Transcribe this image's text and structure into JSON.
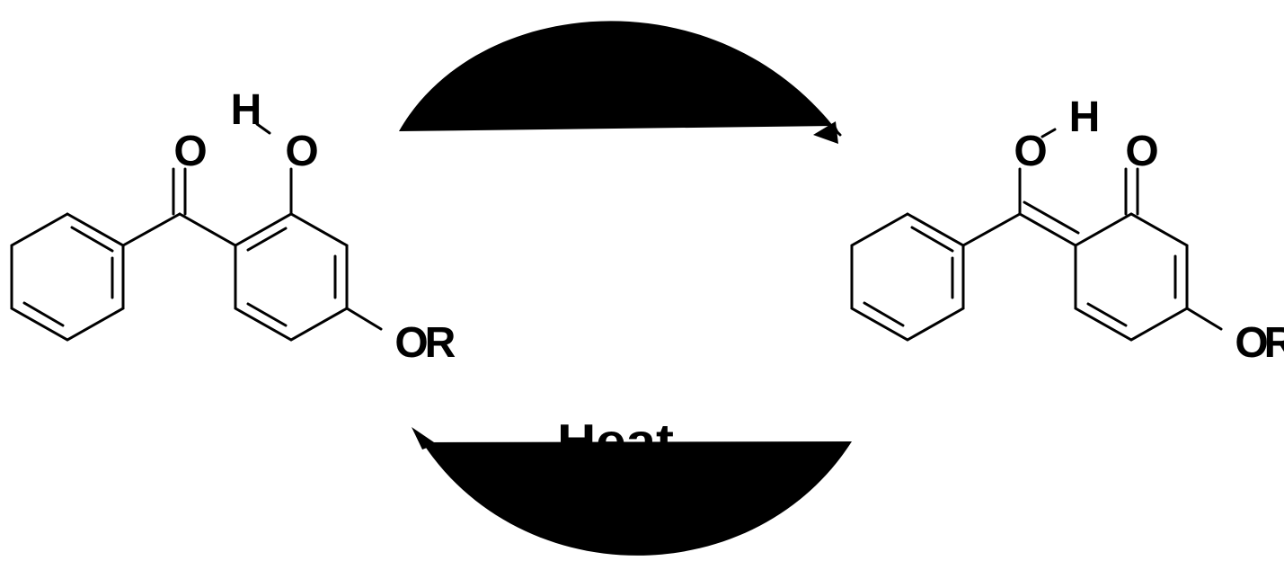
{
  "left_molecule": {
    "atoms": {
      "carbonyl_o": "O",
      "hydroxyl_o": "O",
      "hydroxyl_h": "H",
      "ether_o": "O",
      "ether_r": "R"
    }
  },
  "right_molecule": {
    "atoms": {
      "enol_o": "O",
      "enol_h": "H",
      "keto_o": "O",
      "ether_o": "O",
      "ether_r": "R"
    }
  },
  "arrows": {
    "top": {
      "label": ""
    },
    "bottom": {
      "label": "Heat"
    }
  },
  "colors": {
    "ink": "#000000",
    "background": "#ffffff"
  }
}
